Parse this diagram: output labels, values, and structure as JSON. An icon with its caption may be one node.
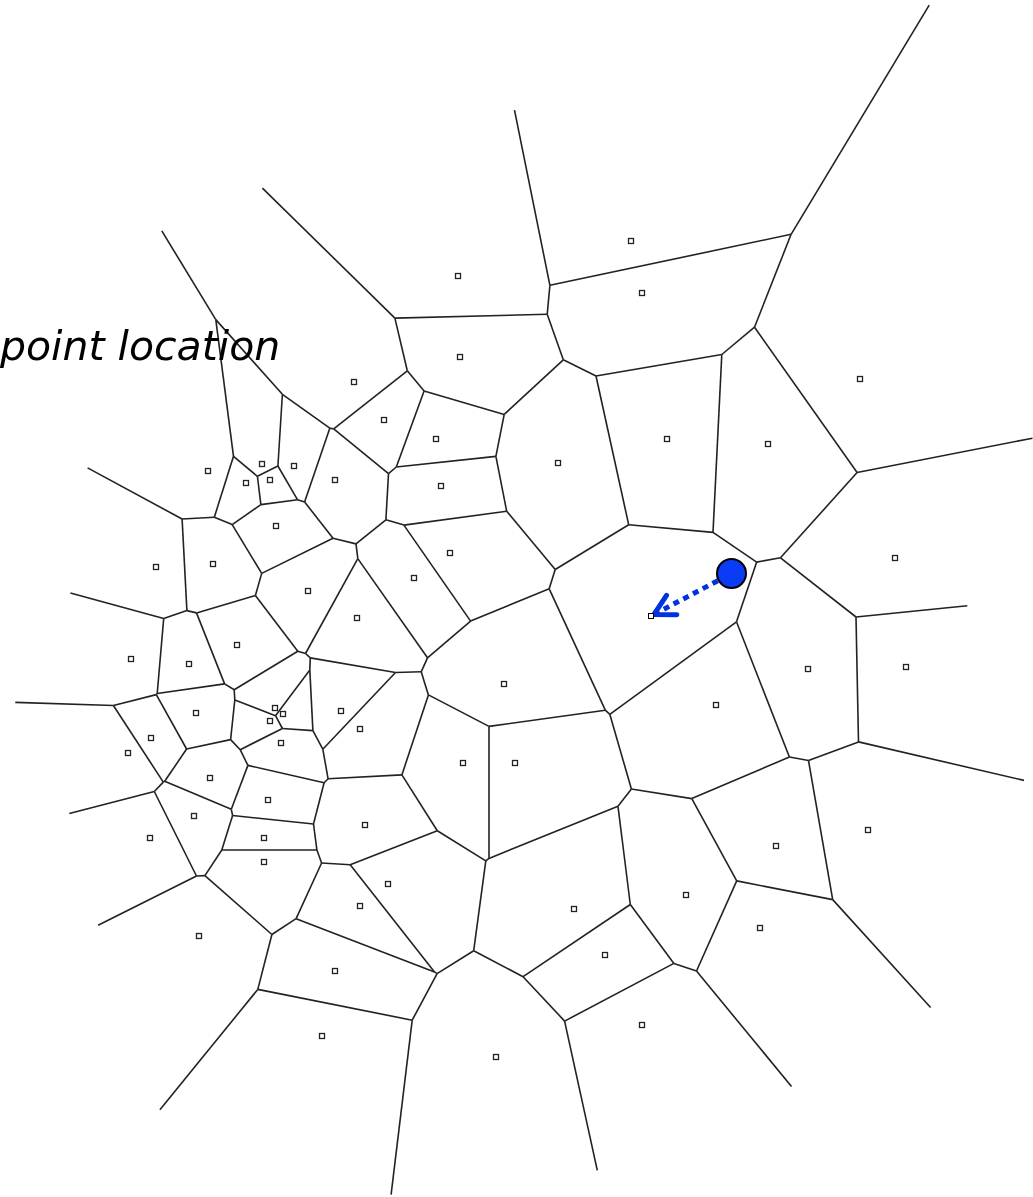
{
  "diagram": {
    "nodes": [
      {
        "text": [],
        "shape": "circle"
      },
      {
        "text": [],
        "shape": "box"
      }
    ],
    "edges": [
      {
        "from": 0,
        "to": 1,
        "arrow": "to",
        "style": "dashed",
        "color": "#0033dd"
      }
    ],
    "labels": [
      "point location"
    ]
  }
}
